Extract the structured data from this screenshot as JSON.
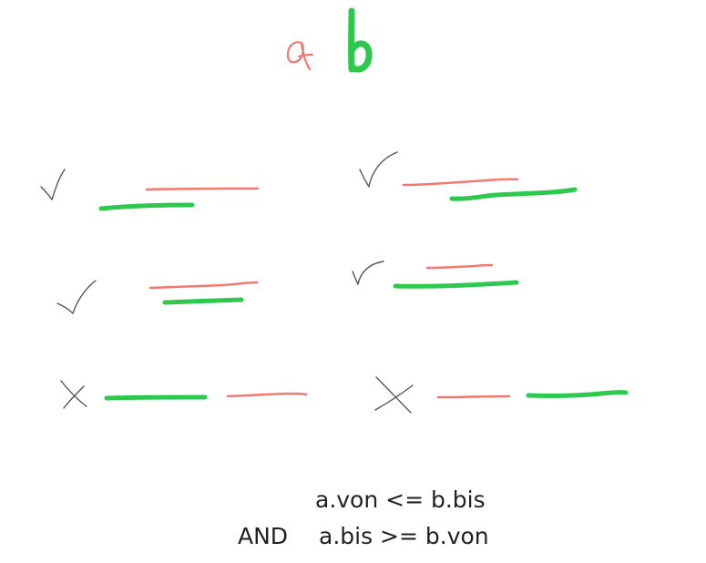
{
  "legend": {
    "a": {
      "label": "a",
      "color": "#f07a72"
    },
    "b": {
      "label": "b",
      "color": "#2ec84e"
    }
  },
  "cases": [
    {
      "mark": "check",
      "overlaps": true
    },
    {
      "mark": "check",
      "overlaps": true
    },
    {
      "mark": "check",
      "overlaps": true
    },
    {
      "mark": "check",
      "overlaps": true
    },
    {
      "mark": "cross",
      "overlaps": false
    },
    {
      "mark": "cross",
      "overlaps": false
    }
  ],
  "formula": {
    "line1": "a.von <= b.bis",
    "and_keyword": "AND",
    "line2": "a.bis >= b.von"
  }
}
